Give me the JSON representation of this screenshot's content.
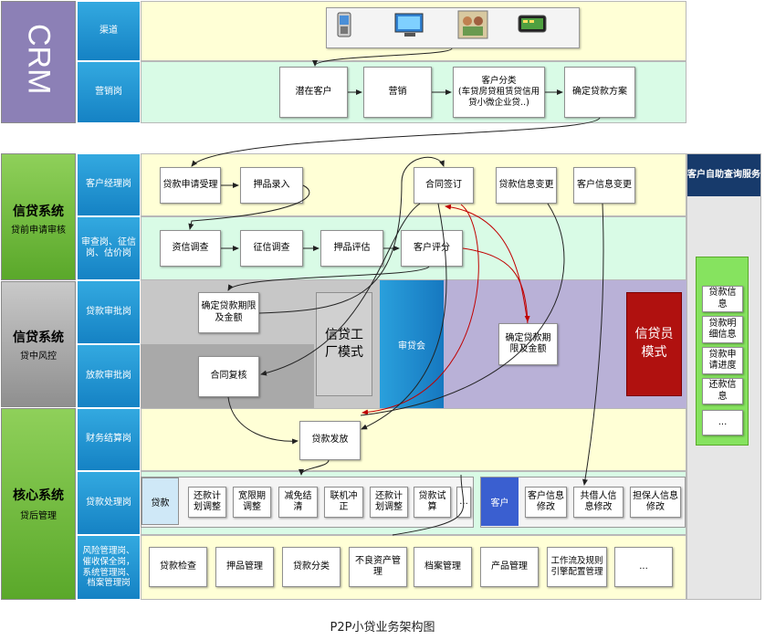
{
  "crm": {
    "title": "CRM",
    "roles": [
      "渠道",
      "营销岗"
    ],
    "flow": [
      "潜在客户",
      "营销",
      "客户分类\n(车贷房贷租赁贷信用贷小微企业贷..)",
      "确定贷款方案"
    ],
    "channel_icons": [
      "phone-icon",
      "computer-icon",
      "people-icon",
      "device-icon"
    ]
  },
  "stages": [
    {
      "title": "信贷系统",
      "sub": "贷前申请审核"
    },
    {
      "title": "信贷系统",
      "sub": "贷中风控"
    },
    {
      "title": "核心系统",
      "sub": "贷后管理"
    }
  ],
  "roles": [
    "客户经理岗",
    "审查岗、征信岗、估价岗",
    "贷款审批岗",
    "放款审批岗",
    "财务结算岗",
    "贷款处理岗",
    "风险管理岗、催收保全岗，系统管理岗、档案管理岗"
  ],
  "row1": {
    "apply": "贷款申请受理",
    "collateral_entry": "押品录入",
    "contract_sign": "合同签订",
    "loan_info_change": "贷款信息变更",
    "customer_info_change": "客户信息变更"
  },
  "row2": [
    "资信调查",
    "征信调查",
    "押品评估",
    "客户评分"
  ],
  "risk": {
    "confirm_left": "确定贷款期限及金额",
    "review": "合同复核",
    "factory": "信贷工厂模式",
    "committee": "审贷会",
    "confirm_right": "确定贷款期限及金额",
    "officer": "信贷员模式"
  },
  "finance": {
    "disburse": "贷款发放"
  },
  "processing": {
    "loan_label": "贷款",
    "loan_items": [
      "还款计划调整",
      "宽限期调整",
      "减免结清",
      "联机冲正",
      "还款计划调整",
      "贷款试算",
      "..."
    ],
    "customer_label": "客户",
    "customer_items": [
      "客户信息修改",
      "共借人信息修改",
      "担保人信息修改"
    ]
  },
  "management": [
    "贷款检查",
    "押品管理",
    "贷款分类",
    "不良资产管理",
    "档案管理",
    "产品管理",
    "工作流及规则引擎配置管理",
    "..."
  ],
  "self_service": {
    "title": "客户自助查询服务",
    "items": [
      "贷款信息",
      "贷款明细信息",
      "贷款申请进度",
      "还款信息",
      "..."
    ]
  },
  "caption": "P2P小贷业务架构图"
}
